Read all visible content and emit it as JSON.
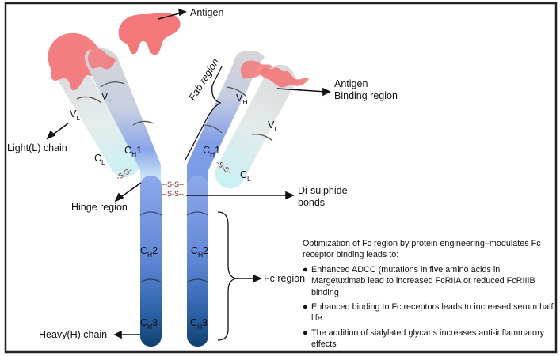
{
  "labels": {
    "antigen": "Antigen",
    "fab_region": "Fab region",
    "antigen_binding_line1": "Antigen",
    "antigen_binding_line2": "Binding region",
    "light_chain": "Light(L) chain",
    "hinge_region": "Hinge region",
    "disulphide_line1": "Di-sulphide",
    "disulphide_line2": "bonds",
    "fc_region": "Fc region",
    "heavy_chain": "Heavy(H) chain",
    "ss_bond": "-S-S-",
    "ss_bond_long": "--S-S--"
  },
  "domains": {
    "v_letter": "V",
    "c_letter": "C",
    "h_sub": "H",
    "l_sub": "L",
    "ch1_num": "1",
    "ch2_num": "2",
    "ch3_num": "3"
  },
  "note": {
    "intro": "Optimization of Fc region by protein engineering–modulates Fc receptor binding leads to:",
    "bullet_char": "●",
    "items": [
      "Enhanced ADCC (mutations in five amino acids in Margetuximab lead to increased FcRIIA or reduced FcRIIIB binding",
      "Enhanced binding to Fc receptors leads to increased serum half life",
      "The addition of sialylated glycans increases anti-inflammatory effects"
    ]
  },
  "colors": {
    "antigen": "#f4777a",
    "light_chain_top": "#d9d9d9",
    "light_chain_bottom": "#cdf3f4",
    "heavy_chain_top": "#d6d6d6",
    "heavy_chain_mid": "#7d9de6",
    "heavy_chain_bottom": "#14487a",
    "ss_color": "#7a1b1b"
  }
}
